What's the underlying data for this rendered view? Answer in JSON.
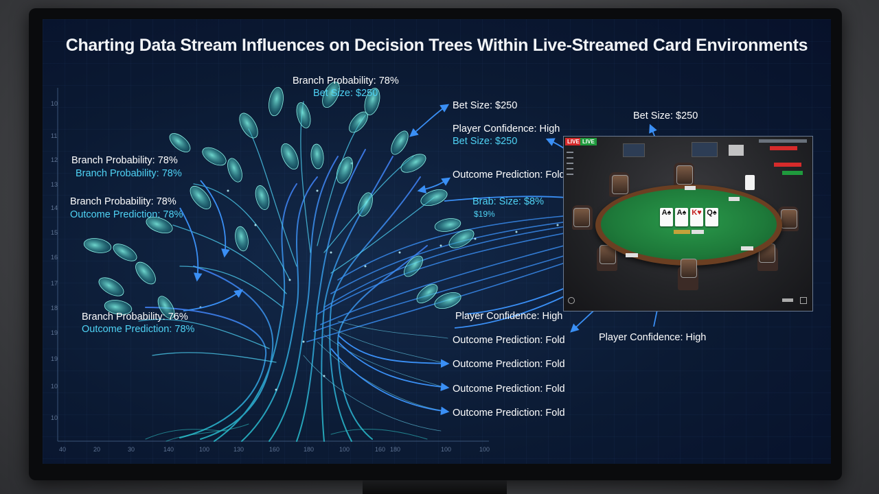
{
  "title": "Charting Data Stream Influences on Decision Trees Within Live-Streamed Card Environments",
  "axis": {
    "x_ticks": [
      "40",
      "20",
      "30",
      "140",
      "100",
      "130",
      "160",
      "180",
      "100",
      "160",
      "180",
      "100",
      "100"
    ],
    "y_ticks": [
      "10",
      "11",
      "12",
      "13",
      "14",
      "15",
      "16",
      "17",
      "18",
      "19",
      "19",
      "10",
      "10"
    ]
  },
  "tree_labels": {
    "top": {
      "line1": "Branch Probability: 78%",
      "line2": "Bet Size: $250"
    },
    "left1": {
      "line1": "Branch Probability: 78%",
      "line2": "Branch Probability: 78%"
    },
    "left2": {
      "line1": "Branch Probability: 78%",
      "line2": "Outcome Prediction: 78%"
    },
    "left3": {
      "line1": "Branch Probability: 76%",
      "line2": "Outcome Prediction: 78%"
    }
  },
  "stream_labels": {
    "bet1": "Bet Size: $250",
    "conf1": "Player Confidence: High",
    "bet2": "Bet Size: $250",
    "outcome1": "Outcome Prediction: Fold",
    "brab": "Brab: Size: $8%",
    "brab_sub": "$19%",
    "conf2": "Player Confidence: High",
    "outcome2": "Outcome Prediction: Fold",
    "outcome3": "Outcome Prediction: Fold",
    "outcome4": "Outcome Prediction: Fold",
    "outcome5": "Outcome Prediction: Fold"
  },
  "table_labels": {
    "bet": "Bet Size: $250",
    "conf": "Player Confidence: High"
  },
  "stream_view": {
    "live_badges": [
      "LIVE",
      "LIVE"
    ],
    "cards": [
      "A♠",
      "A♠",
      "K♥",
      "Q♠"
    ],
    "colors": {
      "felt": "#1e7a3a",
      "rail": "#6b3f22",
      "live": "#d62b2b",
      "live2": "#1f9a3d"
    }
  },
  "colors": {
    "accent": "#4fd3f5",
    "arrow": "#3a8ff5",
    "tree": "#5ef0dc"
  }
}
